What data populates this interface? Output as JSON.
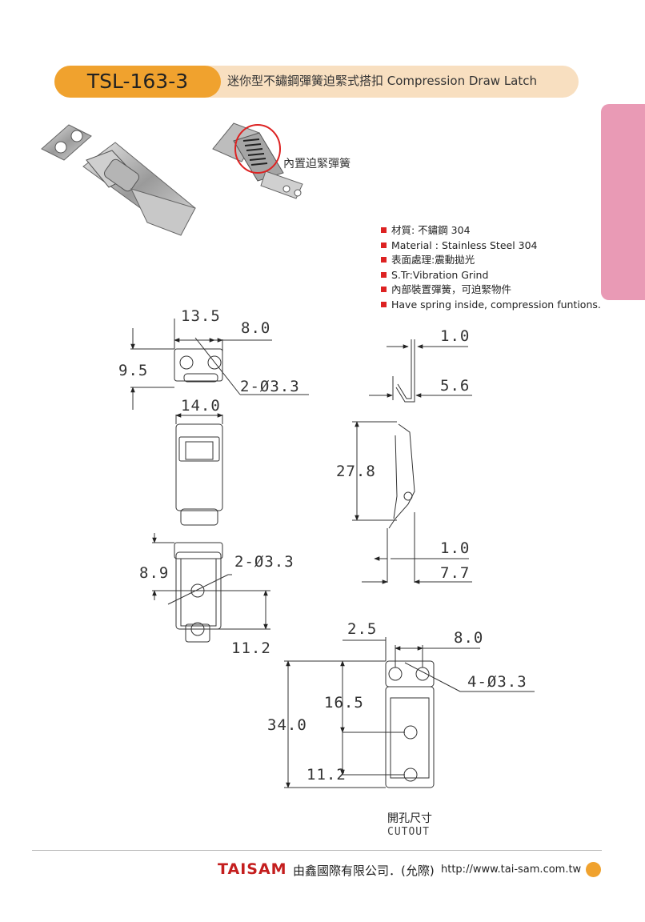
{
  "header": {
    "model": "TSL-163-3",
    "title": "迷你型不鏽鋼彈簧迫緊式搭扣 Compression Draw Latch"
  },
  "callout": "內置迫緊彈簧",
  "specs": [
    "材質: 不鏽鋼 304",
    "Material :  Stainless Steel 304",
    "表面處理:震動拋光",
    "S.Tr:Vibration Grind",
    "內部裝置彈簧，可迫緊物件",
    "Have spring inside, compression funtions."
  ],
  "dimensions": {
    "d13_5": "13.5",
    "d8_0_top": "8.0",
    "d9_5": "9.5",
    "hole_2_top": "2-Ø3.3",
    "d1_0_top": "1.0",
    "d5_6": "5.6",
    "d14_0": "14.0",
    "d27_8": "27.8",
    "d8_9": "8.9",
    "hole_2_mid": "2-Ø3.3",
    "d11_2_mid": "11.2",
    "d1_0_bot": "1.0",
    "d7_7": "7.7",
    "d2_5": "2.5",
    "d8_0_cut": "8.0",
    "hole_4": "4-Ø3.3",
    "d16_5": "16.5",
    "d34_0": "34.0",
    "d11_2_cut": "11.2"
  },
  "cutout": {
    "label_zh": "開孔尺寸",
    "label_en": "CUTOUT"
  },
  "footer": {
    "brand": "TAISAM",
    "company": "由鑫國際有限公司．(允際)",
    "url": "http://www.tai-sam.com.tw"
  },
  "colors": {
    "orange": "#f0a22e",
    "header_bg": "#f8dfc0",
    "side_tab": "#e99ab5",
    "brand_red": "#c41e1e",
    "bullet_red": "#dd2222"
  }
}
